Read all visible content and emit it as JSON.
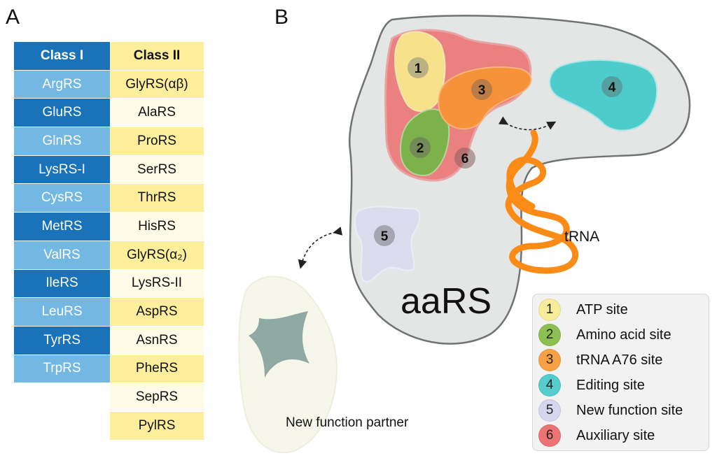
{
  "panels": {
    "a": "A",
    "b": "B"
  },
  "table": {
    "class1": {
      "header": "Class I",
      "items": [
        "ArgRS",
        "GluRS",
        "GlnRS",
        "LysRS-I",
        "CysRS",
        "MetRS",
        "ValRS",
        "IleRS",
        "LeuRS",
        "TyrRS",
        "TrpRS"
      ]
    },
    "class2": {
      "header": "Class II",
      "items": [
        "GlyRS(αβ)",
        "AlaRS",
        "ProRS",
        "SerRS",
        "ThrRS",
        "HisRS",
        "GlyRS(α₂)",
        "LysRS-II",
        "AspRS",
        "AsnRS",
        "PheRS",
        "SepRS",
        "PylRS"
      ]
    }
  },
  "diagram": {
    "enzyme_label": "aaRS",
    "trna_label": "tRNA",
    "partner_label": "New function partner",
    "site_numbers": [
      "1",
      "2",
      "3",
      "4",
      "5",
      "6"
    ]
  },
  "legend": [
    {
      "num": "1",
      "label": "ATP site",
      "color": "#f7ec9a"
    },
    {
      "num": "2",
      "label": "Amino acid site",
      "color": "#8cc152"
    },
    {
      "num": "3",
      "label": "tRNA A76 site",
      "color": "#f7a045"
    },
    {
      "num": "4",
      "label": "Editing site",
      "color": "#56cccc"
    },
    {
      "num": "5",
      "label": "New function site",
      "color": "#d6d6ee"
    },
    {
      "num": "6",
      "label": "Auxiliary site",
      "color": "#ec7474"
    }
  ]
}
